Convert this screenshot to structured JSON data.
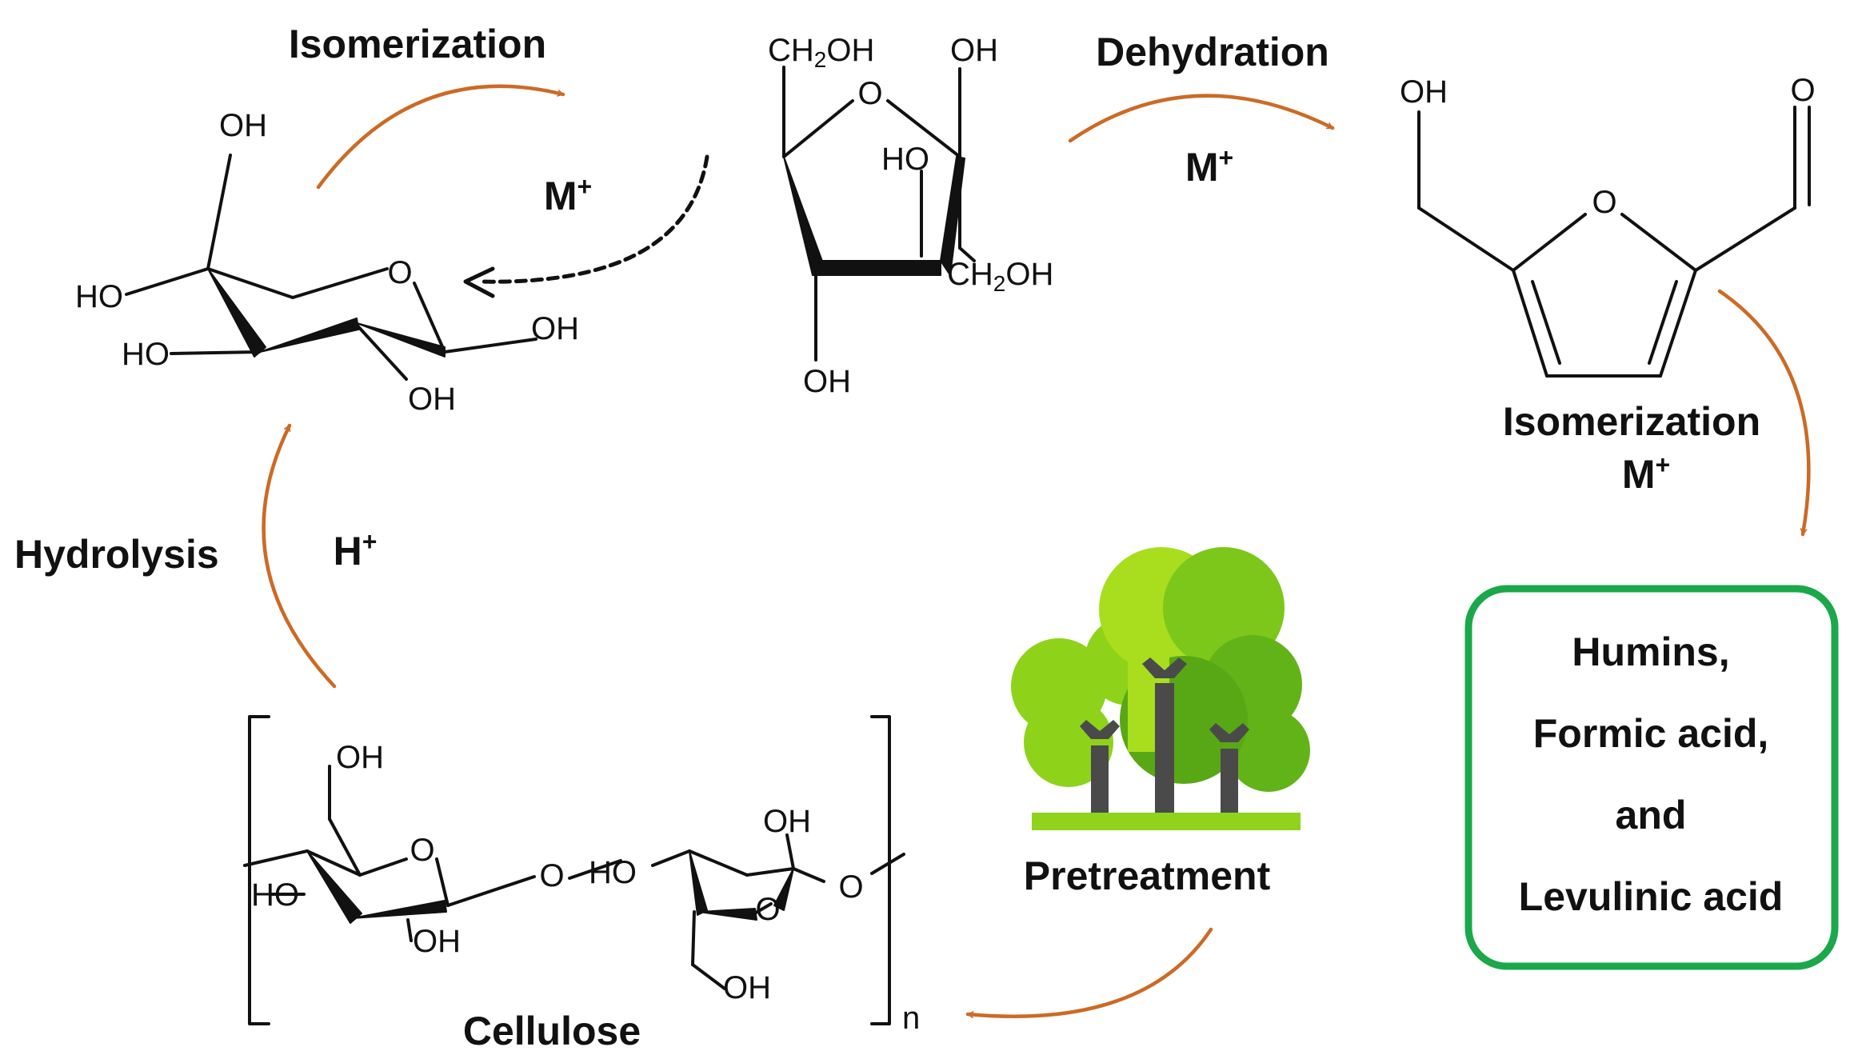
{
  "steps": {
    "isomerization_top": "Isomerization",
    "dehydration": "Dehydration",
    "m_plus_left": "M+",
    "m_plus_right": "M+",
    "isomerization_right": "Isomerization",
    "m_plus_iso": "M+",
    "hydrolysis": "Hydrolysis",
    "h_plus": "H+",
    "pretreatment": "Pretreatment"
  },
  "products_box": {
    "line1": "Humins,",
    "line2": "Formic acid,",
    "line3": "and",
    "line4": "Levulinic acid"
  },
  "molecules": {
    "cellulose_label": "Cellulose",
    "repeat_n": "n"
  },
  "atoms": {
    "oh": "OH",
    "ho": "HO",
    "o": "O",
    "ch2oh": "CH2OH"
  },
  "colors": {
    "arrow": "#cc6a25",
    "box_border": "#1aa84a",
    "tree_light": "#8ed21a",
    "tree_mid": "#a8de1e",
    "tree_dark": "#62b318",
    "ground": "#8fd31c",
    "trunk": "#4a4a4a"
  },
  "icons": [
    "tree-icon"
  ]
}
